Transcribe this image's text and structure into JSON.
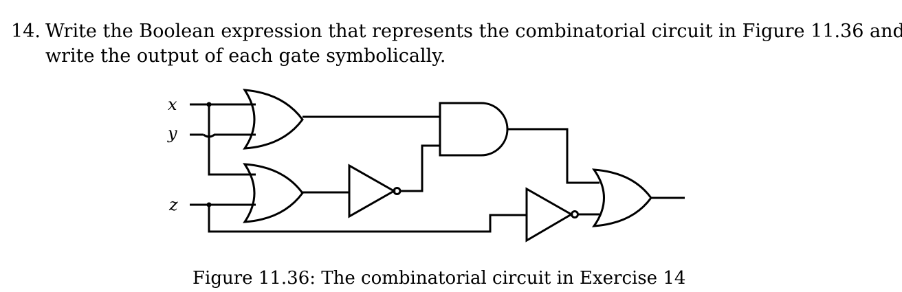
{
  "problem": {
    "number": "14.",
    "line1": "Write the Boolean expression that represents the combinatorial circuit in Figure 11.36 and",
    "line2": "write the output of each gate symbolically."
  },
  "circuit": {
    "inputs": {
      "x": "x",
      "y": "y",
      "z": "z"
    }
  },
  "figure": {
    "caption": "Figure 11.36: The combinatorial circuit in Exercise 14"
  }
}
